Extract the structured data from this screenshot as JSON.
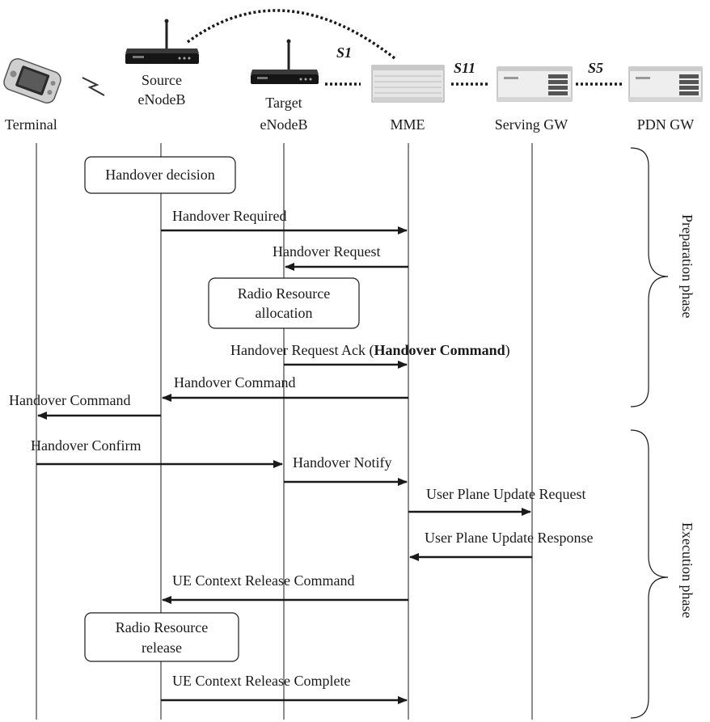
{
  "entities": {
    "terminal": "Terminal",
    "source_line1": "Source",
    "source_line2": "eNodeB",
    "target_line1": "Target",
    "target_line2": "eNodeB",
    "mme": "MME",
    "serving_gw": "Serving GW",
    "pdn_gw": "PDN GW"
  },
  "interfaces": {
    "s1": "S1",
    "s11": "S11",
    "s5": "S5"
  },
  "boxes": {
    "handover_decision": "Handover decision",
    "rr_alloc_line1": "Radio Resource",
    "rr_alloc_line2": "allocation",
    "rr_release_line1": "Radio Resource",
    "rr_release_line2": "release"
  },
  "messages": {
    "handover_required": "Handover Required",
    "handover_request": "Handover Request",
    "ack_prefix": "Handover Request Ack (",
    "ack_bold": "Handover Command",
    "ack_suffix": ")",
    "handover_command_mme": "Handover Command",
    "handover_command_terminal": "Handover Command",
    "handover_confirm": "Handover Confirm",
    "handover_notify": "Handover Notify",
    "up_update_request": "User Plane Update Request",
    "up_update_response": "User Plane Update Response",
    "ue_ctx_release_cmd": "UE Context Release Command",
    "ue_ctx_release_complete": "UE Context Release Complete"
  },
  "phases": {
    "preparation": "Preparation phase",
    "execution": "Execution phase"
  }
}
